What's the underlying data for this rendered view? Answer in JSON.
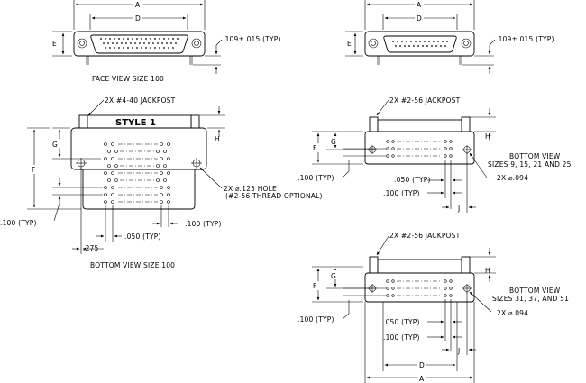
{
  "labels": {
    "dim_a": "A",
    "dim_d": "D",
    "dim_e": "E",
    "dim_f": "F",
    "dim_g": "G",
    "dim_h": "H",
    "dim_j": "J",
    "tol_109": ".109±.015 (TYP)",
    "face_view_100": "FACE VIEW SIZE 100",
    "jackpost_440": "2X #4-40 JACKPOST",
    "jackpost_256": "2X #2-56 JACKPOST",
    "style_1": "STYLE 1",
    "hole_125": "2X ⌀.125 HOLE",
    "thread_optional": "(#2-56 THREAD OPTIONAL)",
    "typ_100": ".100 (TYP)",
    "typ_050": ".050 (TYP)",
    "dim_275": ".275",
    "bottom_view_100": "BOTTOM VIEW SIZE 100",
    "bottom_view": "BOTTOM VIEW",
    "sizes_9_25": "SIZES 9, 15, 21 AND 25",
    "sizes_31_51": "SIZES 31, 37, AND 51",
    "dia_094": "2X ⌀.094"
  }
}
